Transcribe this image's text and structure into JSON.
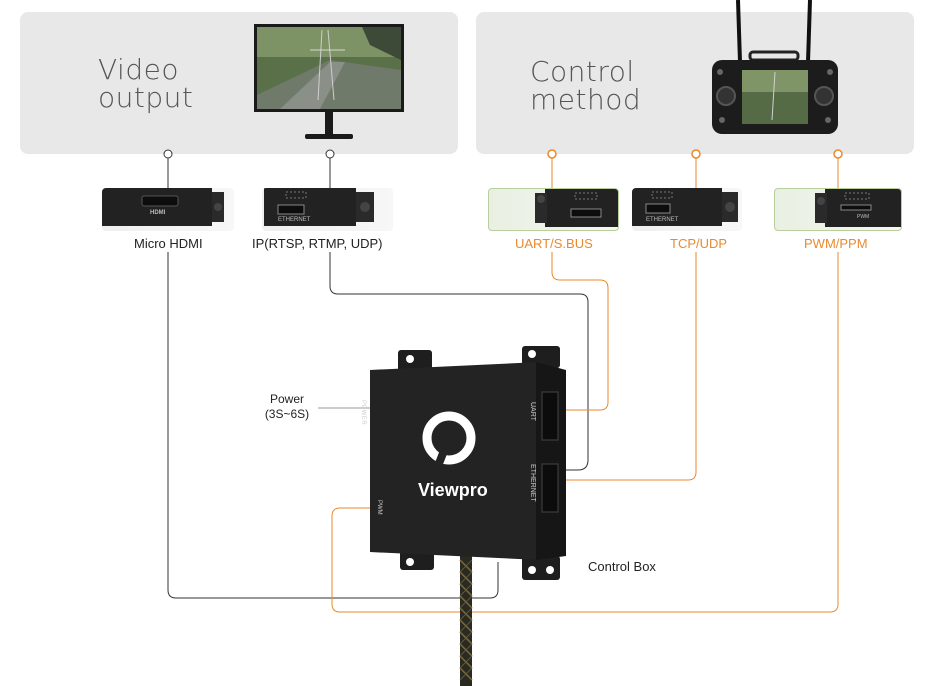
{
  "video_panel": {
    "title": "Video\noutput"
  },
  "control_panel": {
    "title": "Control\nmethod"
  },
  "ports": {
    "micro_hdmi": {
      "label": "Micro HDMI",
      "chip_text": "HDMI"
    },
    "ip": {
      "label": "IP(RTSP, RTMP, UDP)",
      "chip_text": "ETHERNET"
    },
    "uart": {
      "label": "UART/S.BUS"
    },
    "tcp": {
      "label": "TCP/UDP",
      "chip_text": "ETHERNET"
    },
    "pwm": {
      "label": "PWM/PPM",
      "chip_text": "PWM"
    }
  },
  "power": {
    "label": "Power",
    "range": "(3S~6S)"
  },
  "control_box": {
    "label": "Control Box",
    "brand": "Viewpro",
    "side_labels": {
      "power": "POWER",
      "pwm": "PWM",
      "uart": "UART",
      "ethernet": "ETHERNET"
    }
  },
  "colors": {
    "accent": "#ea8a2c",
    "panel": "#e8e8e8",
    "line": "#333333",
    "box": "#1e1e1e"
  },
  "icons": [
    "monitor-icon",
    "remote-controller-icon",
    "viewpro-logo-icon"
  ]
}
